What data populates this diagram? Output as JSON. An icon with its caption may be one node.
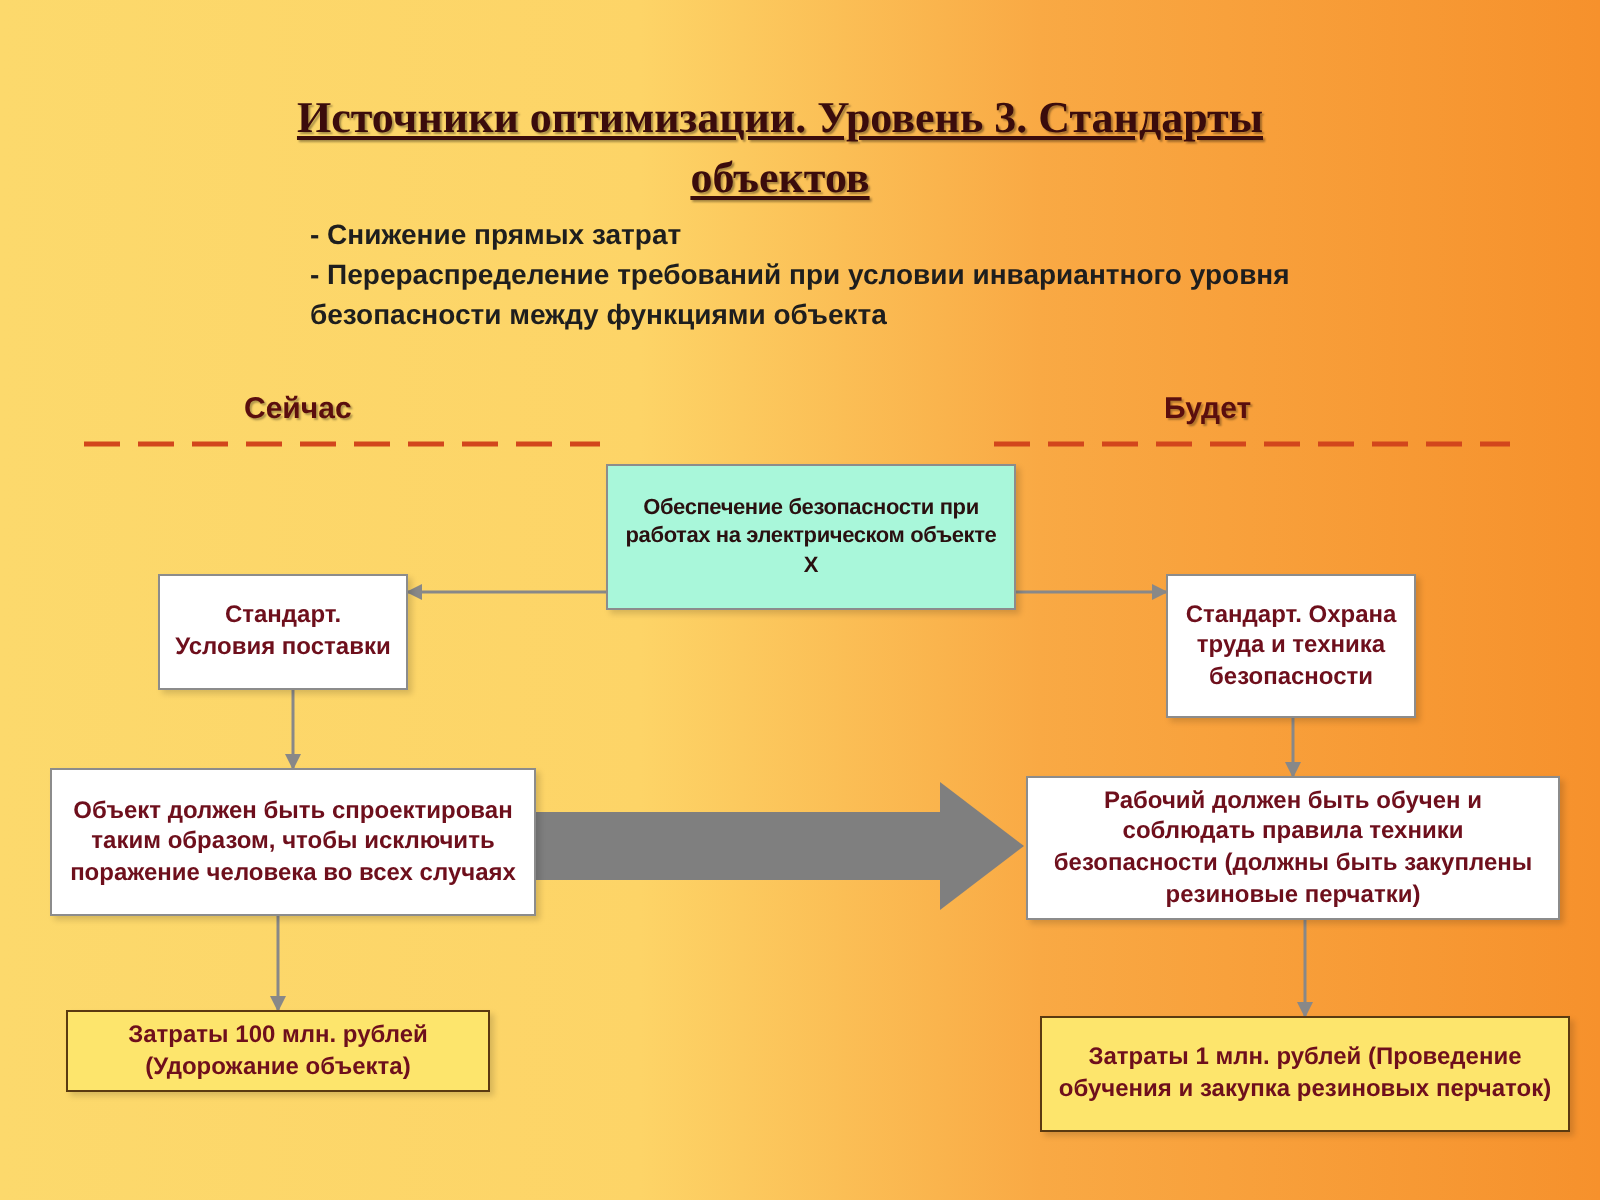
{
  "diagram": {
    "title": "Источники оптимизации. Уровень 3. Стандарты объектов",
    "nodes": [
      {
        "text": [
          "Обеспечение безопасности при работах на электрическом объекте Х"
        ]
      },
      {
        "text": [
          "Стандарт. Условия поставки"
        ]
      },
      {
        "text": [
          "Стандарт. Охрана труда и техника безопасности"
        ]
      },
      {
        "text": [
          "Объект должен быть спроектирован таким образом, чтобы исключить поражение человека во всех случаях"
        ]
      },
      {
        "text": [
          "Рабочий должен быть обучен и соблюдать правила техники безопасности (должны быть закуплены резиновые перчатки)"
        ]
      },
      {
        "text": [
          "Затраты 100 млн. рублей (Удорожание объекта)"
        ]
      },
      {
        "text": [
          "Затраты 1 млн. рублей (Проведение обучения и закупка резиновых перчаток)"
        ]
      }
    ],
    "edges": [
      {
        "from": 0,
        "to": 1,
        "arrow": "to"
      },
      {
        "from": 0,
        "to": 2,
        "arrow": "to"
      },
      {
        "from": 1,
        "to": 3,
        "arrow": "to"
      },
      {
        "from": 2,
        "to": 4,
        "arrow": "to"
      },
      {
        "from": 3,
        "to": 5,
        "arrow": "to"
      },
      {
        "from": 4,
        "to": 6,
        "arrow": "to"
      },
      {
        "from": 3,
        "to": 4,
        "arrow": "to",
        "style": "thick",
        "color": "#7f7f7f"
      }
    ],
    "labels": [
      "- Снижение прямых затрат",
      "- Перераспределение требований при условии инвариантного уровня безопасности между функциями объекта",
      "Сейчас",
      "Будет"
    ]
  }
}
